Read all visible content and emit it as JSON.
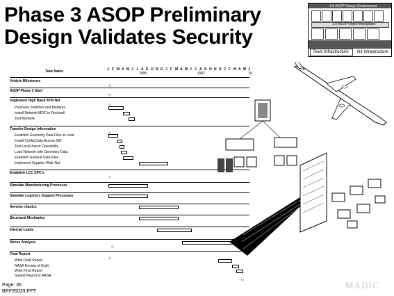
{
  "title_line1": "Phase 3 ASOP Preliminary",
  "title_line2": "Design Validates Security",
  "inset": {
    "top_label": "1.0 ASOP Design Environment",
    "mid_label": "2.0 ASOP Object Backplane",
    "bottom_left": "Team Infrastructure",
    "bottom_right": "NII Infrastructure"
  },
  "gantt": {
    "task_header": "Task Name",
    "months": [
      "J",
      "F",
      "M",
      "A",
      "M",
      "J",
      "J",
      "A",
      "S",
      "O",
      "N",
      "D",
      "J",
      "F",
      "M",
      "A",
      "M",
      "J",
      "J",
      "A",
      "S",
      "O",
      "N",
      "D",
      "J",
      "F",
      "M",
      "A",
      "M",
      "J"
    ],
    "years": [
      "1996",
      "1997",
      "19"
    ],
    "tasks": [
      {
        "name": "Vehicle Milestones",
        "level": 0
      },
      {
        "name": "ASOP Phase 3 Start",
        "level": 0
      },
      {
        "name": "Implement High Band ATM Net",
        "level": 0
      },
      {
        "name": "Purchase Switches and Modems",
        "level": 1
      },
      {
        "name": "Install Network MDC to Rockwell",
        "level": 1
      },
      {
        "name": "Test Network",
        "level": 1
      },
      {
        "name": "Transfer Design Information",
        "level": 0
      },
      {
        "name": "Establish Geometry Data Files at Lead",
        "level": 1
      },
      {
        "name": "Install Config Data Access SW",
        "level": 1
      },
      {
        "name": "Test Lock/Unlock Operability",
        "level": 1
      },
      {
        "name": "Load Network with Geometry Data",
        "level": 1
      },
      {
        "name": "Establish General Data Files",
        "level": 1
      },
      {
        "name": "Implement Supplier-Wide Net",
        "level": 1
      },
      {
        "name": "Establish LCC SPC's",
        "level": 0
      },
      {
        "name": "Simulate Manufacturing Processes",
        "level": 0
      },
      {
        "name": "Simulate Logistics Support Processes",
        "level": 0
      },
      {
        "name": "Aerome chanics",
        "level": 0
      },
      {
        "name": "Structural Mechanics",
        "level": 0
      },
      {
        "name": "Internal Loads",
        "level": 0
      },
      {
        "name": "Stress Analysis",
        "level": 0
      },
      {
        "name": "Final Report",
        "level": 0
      },
      {
        "name": "Write Draft Report",
        "level": 1
      },
      {
        "name": "NASA Review of Draft",
        "level": 1
      },
      {
        "name": "Write Final Report",
        "level": 1
      },
      {
        "name": "Submit Report to NASA",
        "level": 1
      }
    ]
  },
  "footer": {
    "page": "Page: 36",
    "file": "BRF95039.PPT"
  },
  "logo": "MADIC",
  "colors": {
    "bar_fill": "#bbbbbb",
    "dark_wedge": "#000000"
  }
}
